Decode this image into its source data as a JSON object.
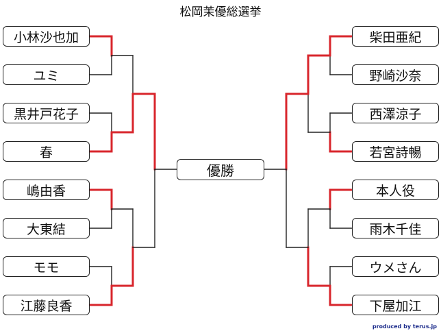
{
  "title": "松岡茉優総選挙",
  "winner_label": "優勝",
  "footer": "produced by terus.jp",
  "colors": {
    "win": "#d8262c",
    "line": "#222222"
  },
  "left": [
    "小林沙也加",
    "ユミ",
    "黒井戸花子",
    "春",
    "嶋由香",
    "大東結",
    "モモ",
    "江藤良香"
  ],
  "right": [
    "柴田亜紀",
    "野崎沙奈",
    "西澤涼子",
    "若宮詩暢",
    "本人役",
    "雨木千佳",
    "ウメさん",
    "下屋加江"
  ],
  "results": {
    "left": {
      "r1": [
        0,
        1,
        0,
        1
      ],
      "r2": [
        1,
        1
      ],
      "r3": 0
    },
    "right": {
      "r1": [
        0,
        1,
        0,
        1
      ],
      "r2": [
        0,
        1
      ],
      "r3": 0
    }
  }
}
